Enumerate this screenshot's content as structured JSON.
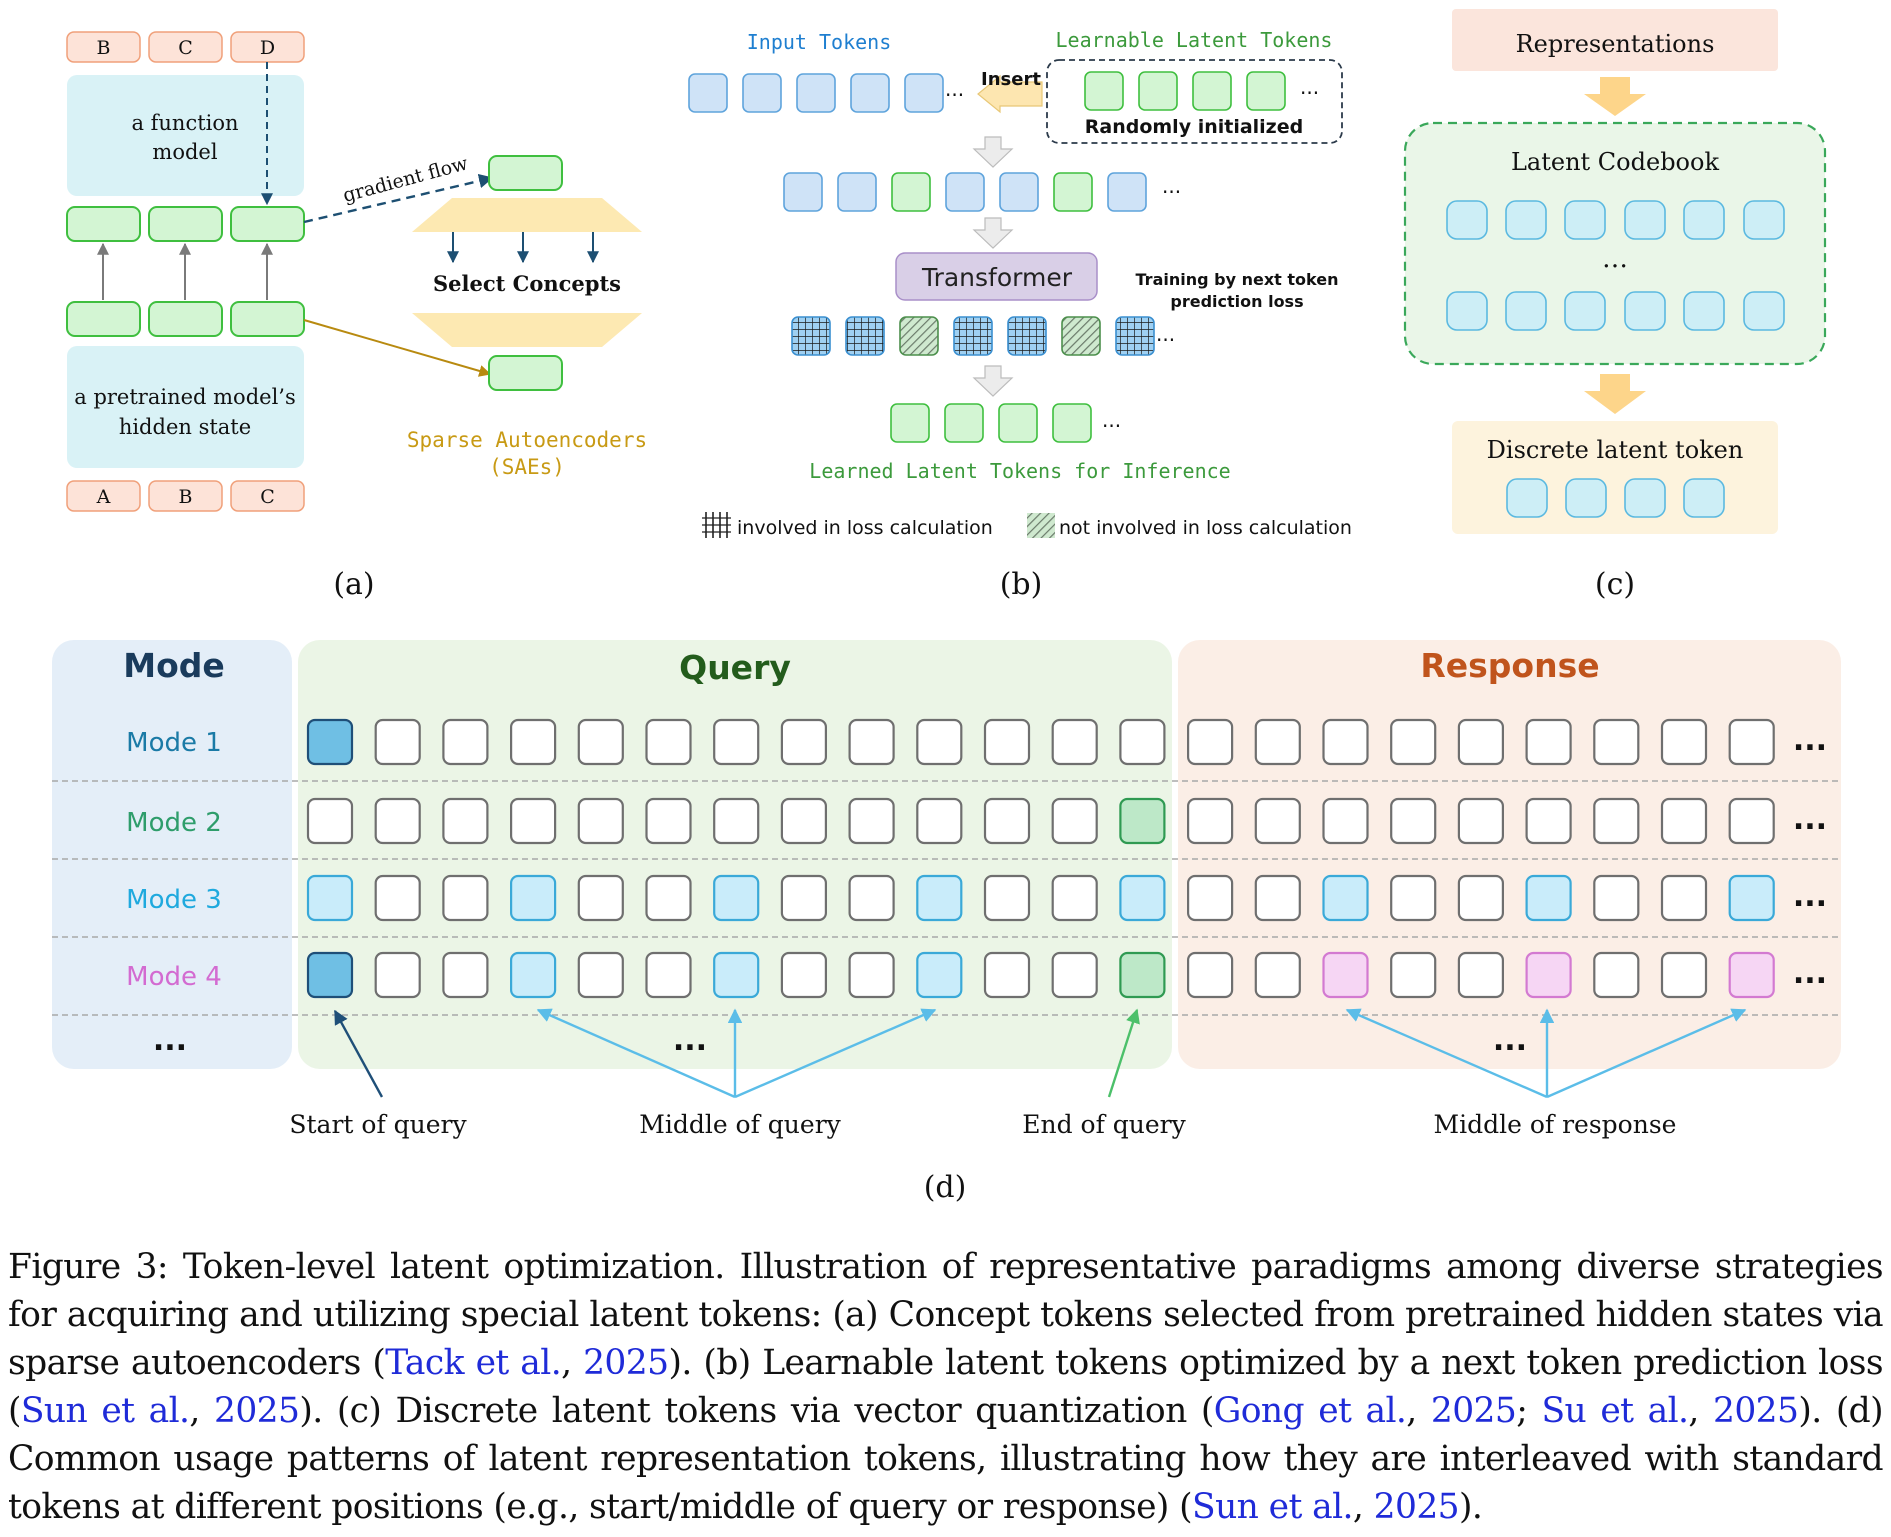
{
  "panel_a": {
    "top_tokens": [
      "B",
      "C",
      "D"
    ],
    "function_model": [
      "a function",
      "model"
    ],
    "hidden_state": [
      "a pretrained model’s",
      "hidden state"
    ],
    "bottom_tokens": [
      "A",
      "B",
      "C"
    ],
    "gradient_flow": "gradient flow",
    "select_concepts": "Select Concepts",
    "sae_label": [
      "Sparse Autoencoders",
      "(SAEs)"
    ],
    "label": "(a)"
  },
  "panel_b": {
    "input_tokens": "Input Tokens",
    "learnable_latent": "Learnable Latent Tokens",
    "insert": "Insert",
    "randomly_initialized": "Randomly initialized",
    "transformer": "Transformer",
    "training_note": [
      "Training by next token",
      "prediction loss"
    ],
    "learned_latent": "Learned Latent Tokens for Inference",
    "legend_involved": "involved in loss calculation",
    "legend_not_involved": "not involved in loss calculation",
    "ellipsis": "...",
    "label": "(b)"
  },
  "panel_c": {
    "representations": "Representations",
    "codebook": "Latent Codebook",
    "ellipsis": "…",
    "discrete": "Discrete latent token",
    "label": "(c)"
  },
  "panel_d": {
    "headers": {
      "mode": "Mode",
      "query": "Query",
      "response": "Response"
    },
    "modes": [
      {
        "label": "Mode 1",
        "color": "#1a7aa6"
      },
      {
        "label": "Mode 2",
        "color": "#2e9d6b"
      },
      {
        "label": "Mode 3",
        "color": "#1fa9de"
      },
      {
        "label": "Mode 4",
        "color": "#d36bd1"
      }
    ],
    "ellipsis": "...",
    "annotations": [
      "Start of query",
      "Middle of query",
      "End of query",
      "Middle of response"
    ],
    "label": "(d)"
  },
  "colors": {
    "query_bg": "#ebf5e6",
    "response_bg": "#fbeee6",
    "mode_bg": "#e4eef8",
    "token_blue_fill": "#cfe3f7",
    "token_green_fill": "#d3f5d3",
    "start_fill": "#6fbfe4",
    "middle_fill": "#c9ecfa",
    "end_fill": "#bde8c8",
    "response_fill": "#f6d6f4",
    "cite": "#1f2bd8"
  },
  "caption": {
    "p1": "Figure 3: Token-level latent optimization. Illustration of representative paradigms among diverse strategies for acquiring and utilizing special latent tokens: (a) Concept tokens selected from pretrained hidden states via sparse autoencoders (",
    "c1": "Tack et al.",
    "sep1": ", ",
    "y1": "2025",
    "p2": "). (b) Learnable latent tokens optimized by a next token prediction loss (",
    "c2": "Sun et al.",
    "sep2": ", ",
    "y2": "2025",
    "p3": "). (c) Discrete latent tokens via vector quantization (",
    "c3": "Gong et al.",
    "sep3": ", ",
    "y3": "2025",
    "p4": "; ",
    "c4": "Su et al.",
    "sep4": ", ",
    "y4": "2025",
    "p5": "). (d) Common usage patterns of latent representation tokens, illustrating how they are interleaved with standard tokens at different positions (e.g., start/middle of query or response) (",
    "c5": "Sun et al.",
    "sep5": ", ",
    "y5": "2025",
    "p6": ")."
  }
}
